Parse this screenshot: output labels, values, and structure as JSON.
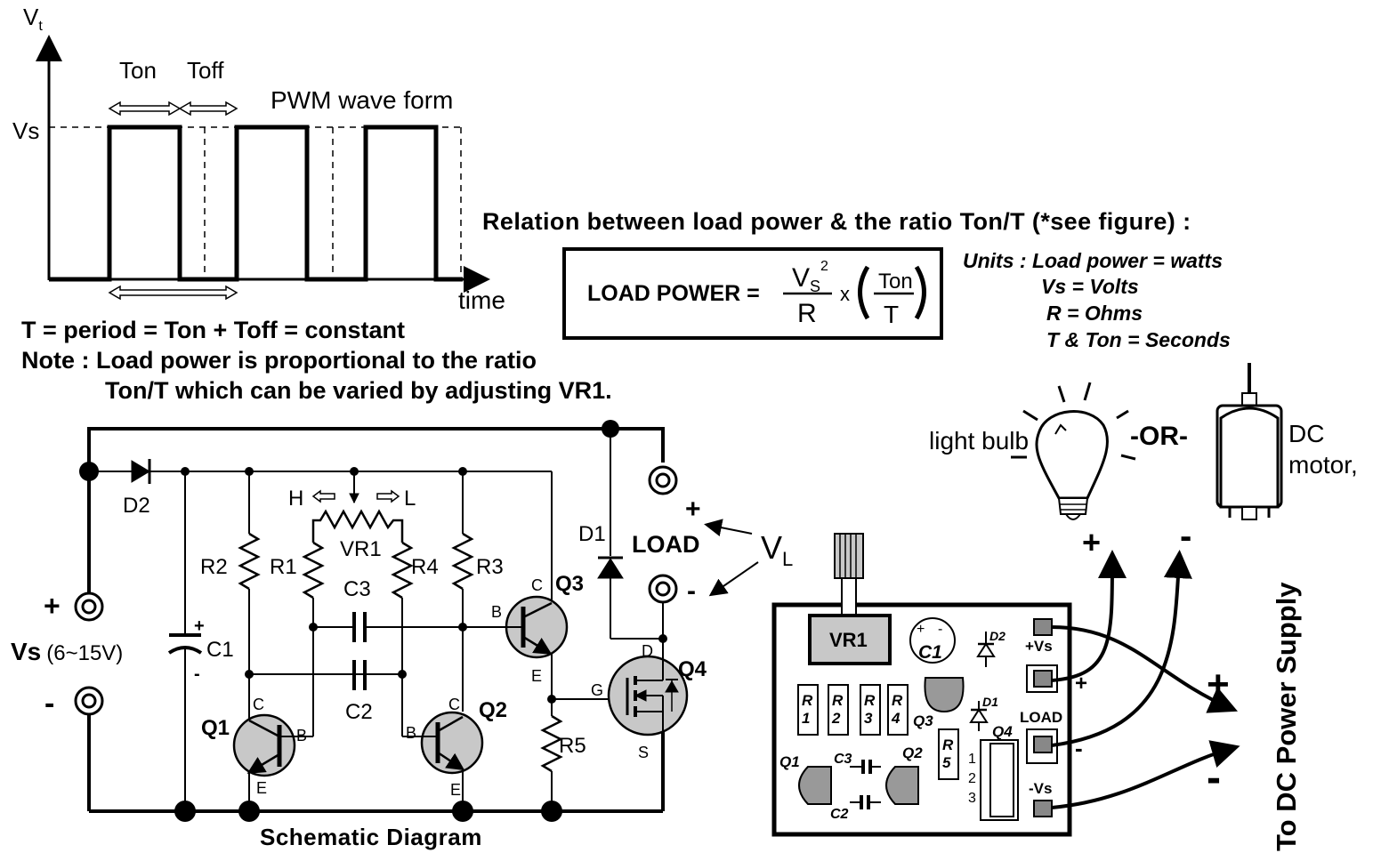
{
  "waveform": {
    "y_axis_label": "V",
    "y_axis_subscript": "t",
    "vs_label": "Vs",
    "ton_label": "Ton",
    "toff_label": "Toff",
    "title": "PWM wave form",
    "time_label": "time",
    "period_line": "T = period = Ton + Toff = constant",
    "note_line1": "Note :  Load power is proportional to the ratio",
    "note_line2": "Ton/T which can be varied by adjusting VR1."
  },
  "relation": {
    "heading": "Relation between load power & the ratio Ton/T (*see figure) :",
    "formula_label": "LOAD POWER =",
    "vs": "V",
    "vs_sub": "S",
    "vs_exp": "2",
    "r": "R",
    "times": "x",
    "ton": "Ton",
    "t": "T",
    "units_line1": "Units :  Load power = watts",
    "units_line2": "Vs = Volts",
    "units_line3": "R  = Ohms",
    "units_line4": "T & Ton = Seconds"
  },
  "schematic": {
    "title": "Schematic Diagram",
    "d2": "D2",
    "d1": "D1",
    "c1": "C1",
    "c2": "C2",
    "c3": "C3",
    "r1": "R1",
    "r2": "R2",
    "r3": "R3",
    "r4": "R4",
    "r5": "R5",
    "vr1": "VR1",
    "h_label": "H",
    "l_label": "L",
    "q1": "Q1",
    "q2": "Q2",
    "q3": "Q3",
    "q4": "Q4",
    "pin_c": "C",
    "pin_b": "B",
    "pin_e": "E",
    "pin_d": "D",
    "pin_g": "G",
    "pin_s": "S",
    "load": "LOAD",
    "vl": "V",
    "vl_sub": "L",
    "plus": "+",
    "minus": "-",
    "vs_label": "Vs",
    "vs_range": "(6~15V)"
  },
  "board": {
    "vr1": "VR1",
    "c1": "C1",
    "r1": "R",
    "r1n": "1",
    "r2": "R",
    "r2n": "2",
    "r3": "R",
    "r3n": "3",
    "r4": "R",
    "r4n": "4",
    "r5": "R",
    "r5n": "5",
    "q1": "Q1",
    "q2": "Q2",
    "q3": "Q3",
    "q4": "Q4",
    "c2": "C2",
    "c3": "C3",
    "d1": "D1",
    "d2": "D2",
    "vs_plus": "+Vs",
    "vs_minus": "-Vs",
    "load": "LOAD",
    "pin1": "1",
    "pin2": "2",
    "pin3": "3",
    "plus": "+",
    "minus": "-"
  },
  "loads": {
    "bulb": "light bulb",
    "or": "-OR-",
    "motor_line1": "DC",
    "motor_line2": "motor,",
    "plus": "+",
    "minus": "-"
  },
  "power_supply": {
    "label": "To DC Power Supply",
    "plus": "+",
    "minus": "-"
  }
}
